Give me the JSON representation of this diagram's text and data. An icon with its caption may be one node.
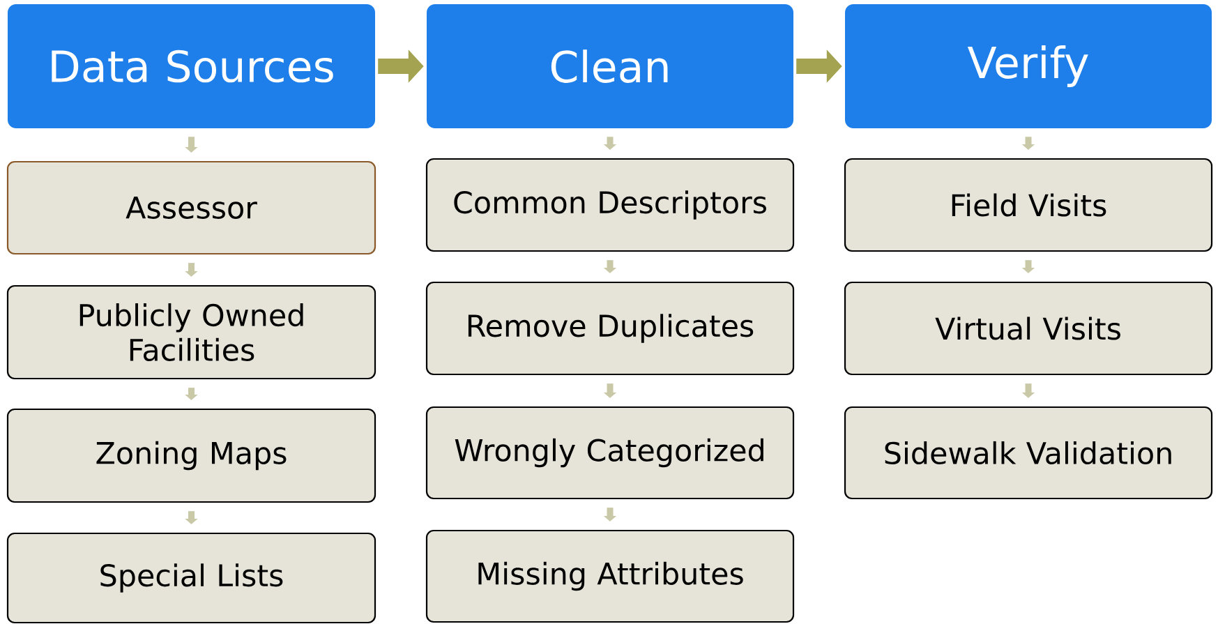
{
  "diagram": {
    "nodes": [
      {
        "text": [
          "Data Sources"
        ]
      },
      {
        "text": [
          "Assessor"
        ]
      },
      {
        "text": [
          "Publicly Owned Facilities"
        ]
      },
      {
        "text": [
          "Zoning Maps"
        ]
      },
      {
        "text": [
          "Special Lists"
        ]
      },
      {
        "text": [
          "Clean"
        ]
      },
      {
        "text": [
          "Common Descriptors"
        ]
      },
      {
        "text": [
          "Remove Duplicates"
        ]
      },
      {
        "text": [
          "Wrongly Categorized"
        ]
      },
      {
        "text": [
          "Missing Attributes"
        ]
      },
      {
        "text": [
          "Verify"
        ]
      },
      {
        "text": [
          "Field Visits"
        ]
      },
      {
        "text": [
          "Virtual Visits"
        ]
      },
      {
        "text": [
          "Sidewalk Validation"
        ]
      }
    ],
    "edges": [
      {
        "from": 0,
        "to": 5,
        "arrow": "to",
        "style": "thick"
      },
      {
        "from": 5,
        "to": 10,
        "arrow": "to",
        "style": "thick"
      },
      {
        "from": 0,
        "to": 1,
        "arrow": "to"
      },
      {
        "from": 1,
        "to": 2,
        "arrow": "to"
      },
      {
        "from": 2,
        "to": 3,
        "arrow": "to"
      },
      {
        "from": 3,
        "to": 4,
        "arrow": "to"
      },
      {
        "from": 5,
        "to": 6,
        "arrow": "to"
      },
      {
        "from": 6,
        "to": 7,
        "arrow": "to"
      },
      {
        "from": 7,
        "to": 8,
        "arrow": "to"
      },
      {
        "from": 8,
        "to": 9,
        "arrow": "to"
      },
      {
        "from": 10,
        "to": 11,
        "arrow": "to"
      },
      {
        "from": 11,
        "to": 12,
        "arrow": "to"
      },
      {
        "from": 12,
        "to": 13,
        "arrow": "to"
      }
    ]
  }
}
